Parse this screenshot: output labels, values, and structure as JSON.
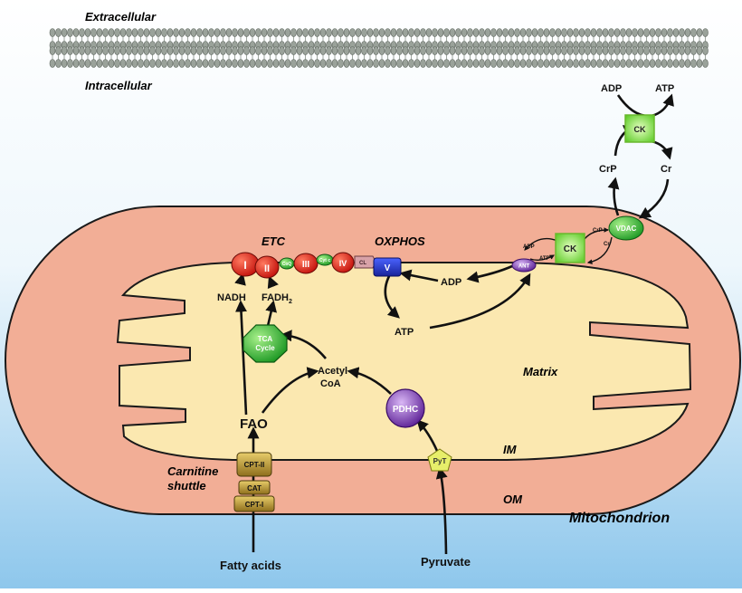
{
  "labels": {
    "extracellular": "Extracellular",
    "intracellular": "Intracellular",
    "etc": "ETC",
    "oxphos": "OXPHOS",
    "matrix": "Matrix",
    "im": "IM",
    "om": "OM",
    "mitochondrion": "Mitochondrion",
    "carnitine_1": "Carnitine",
    "carnitine_2": "shuttle"
  },
  "metabolites": {
    "adp_top": "ADP",
    "atp_top": "ATP",
    "crp": "CrP",
    "cr": "Cr",
    "nadh": "NADH",
    "fadh_main": "FADH",
    "fadh_sub": "2",
    "adp_matrix": "ADP",
    "atp_matrix": "ATP",
    "acetyl_1": "Acetyl",
    "acetyl_2": "CoA",
    "fao": "FAO",
    "fatty_acids": "Fatty acids",
    "pyruvate": "Pyruvate",
    "adp_small": "ADP",
    "atp_small": "ATP",
    "crp_small": "CrP",
    "cr_small": "Cr"
  },
  "proteins": {
    "ck_top": "CK",
    "ck_ims": "CK",
    "vdac": "VDAC",
    "ant": "ANT",
    "complex_1": "I",
    "complex_2": "II",
    "coq": "CoQ",
    "complex_3": "III",
    "cytc": "Cyt c",
    "complex_4": "IV",
    "cl": "CL",
    "complex_5": "V",
    "tca_1": "TCA",
    "tca_2": "Cycle",
    "pdhc": "PDHC",
    "pyt": "PyT",
    "cpt2": "CPT-II",
    "cat": "CAT",
    "cpt1": "CPT-I"
  },
  "colors": {
    "sky_top": "#ffffff",
    "sky_bottom": "#8ec7ec",
    "outer_membrane": "#f2ae96",
    "matrix": "#fbe8b0",
    "complex_red": "#e8241c",
    "green": "#3cc83c",
    "ck_green": "#7de83c",
    "blue": "#2233cc",
    "purple": "#7a34b8",
    "gold": "#c9a23a"
  }
}
